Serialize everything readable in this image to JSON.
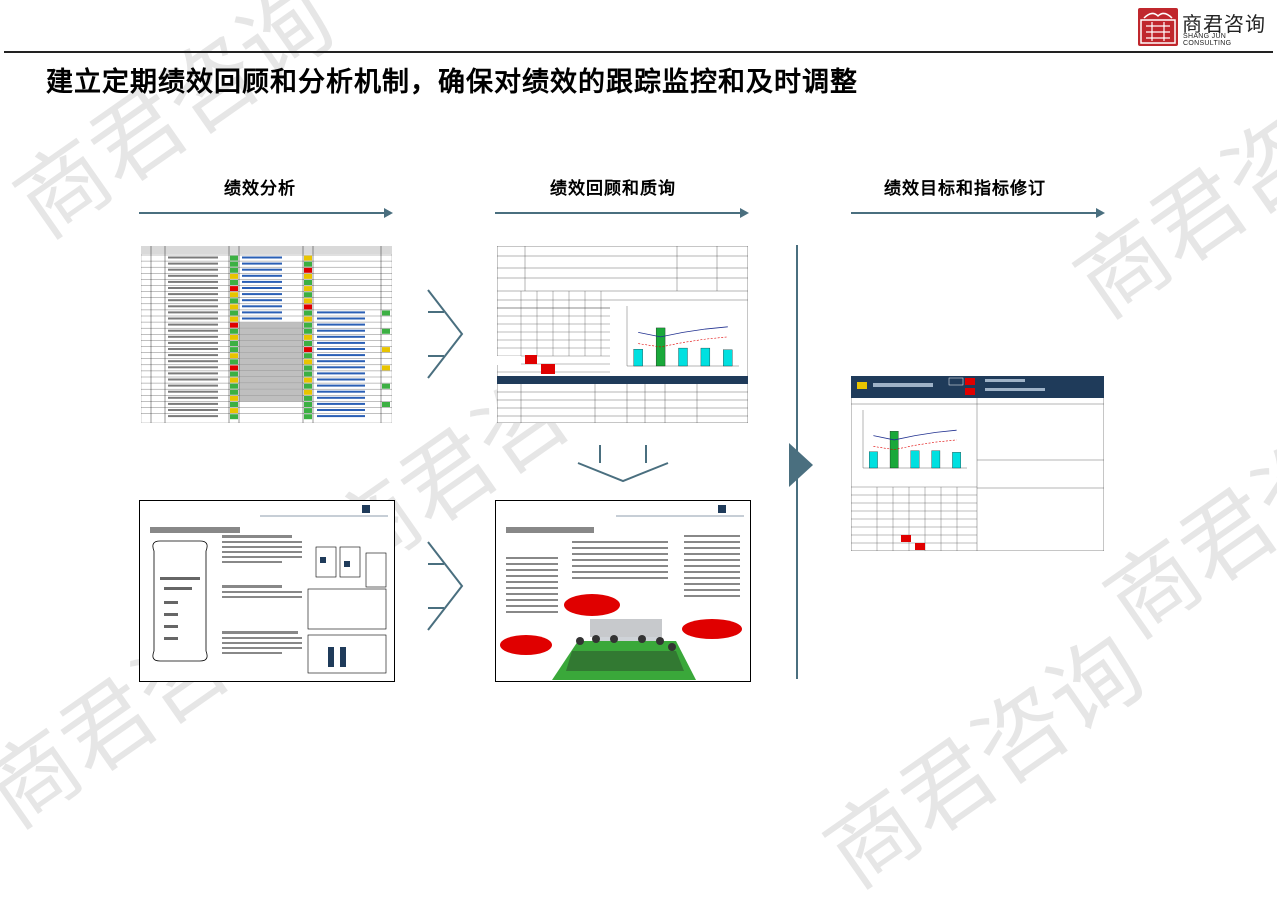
{
  "logo": {
    "name_cn": "商君咨询",
    "name_en": "SHANG JUN CONSULTING",
    "brand_color": "#c0272d"
  },
  "watermark": "商君咨询",
  "page_title": "建立定期绩效回顾和分析机制，确保对绩效的跟踪监控和及时调整",
  "sections": [
    {
      "label": "绩效分析"
    },
    {
      "label": "绩效回顾和质询"
    },
    {
      "label": "绩效目标和指标修订"
    }
  ],
  "accent_color": "#4a6f7f",
  "icons": {
    "chevron_right": "chevron-right-icon",
    "chevron_down": "chevron-down-icon",
    "triangle_right": "triangle-right-icon"
  }
}
